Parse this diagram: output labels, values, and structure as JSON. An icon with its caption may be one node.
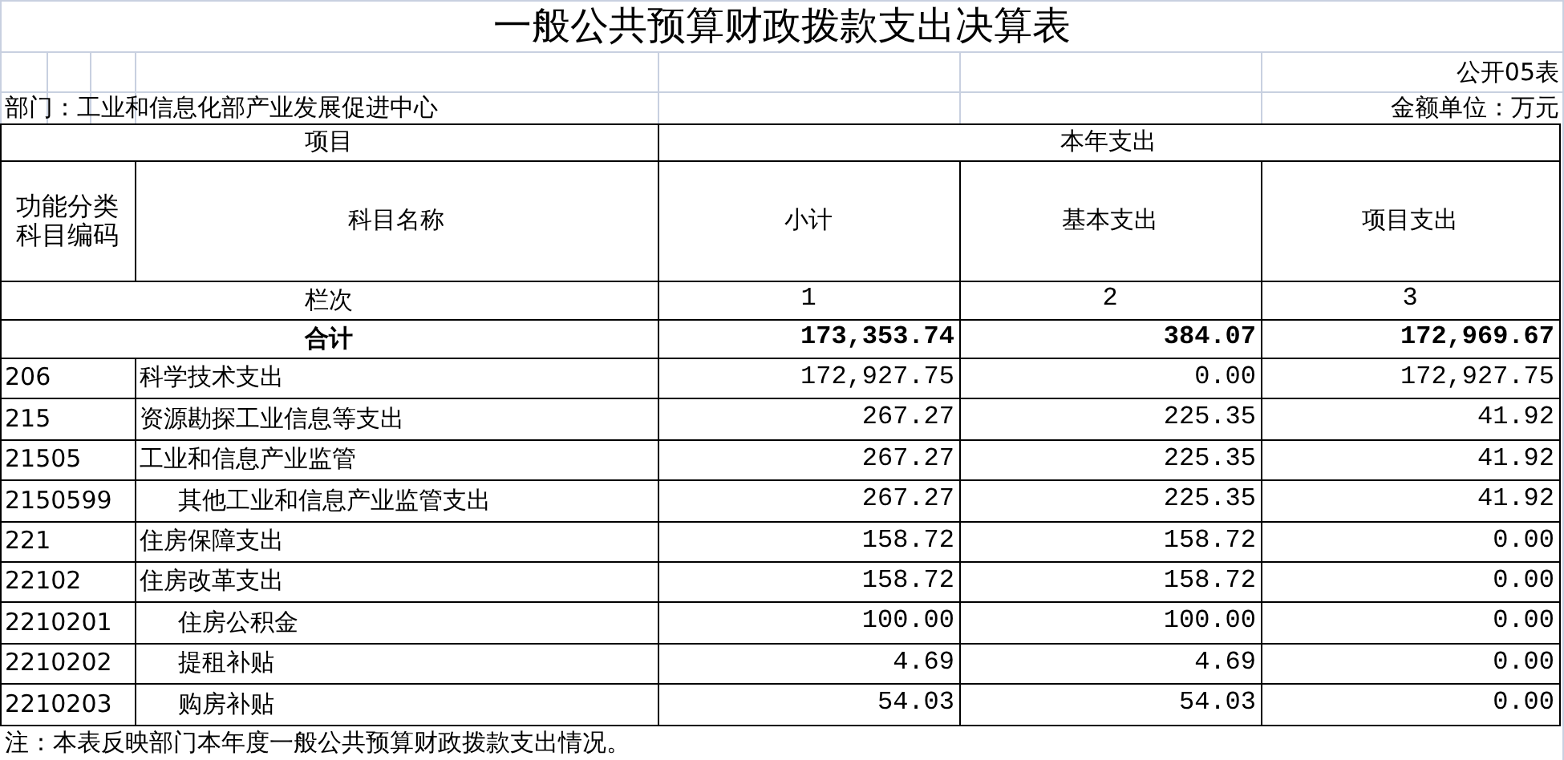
{
  "diagram": {
    "title": "一般公共预算财政拨款支出决算表",
    "labels": [
      "公开05表",
      "部门：工业和信息化部产业发展促进中心",
      "金额单位：万元",
      "项目",
      "本年支出",
      "功能分类科目编码",
      "科目名称",
      "小计",
      "基本支出",
      "项目支出",
      "栏次",
      "1",
      "2",
      "3",
      "合计",
      "173,353.74",
      "384.07",
      "172,969.67",
      "206",
      "科学技术支出",
      "172,927.75",
      "0.00",
      "172,927.75",
      "215",
      "资源勘探工业信息等支出",
      "267.27",
      "225.35",
      "41.92",
      "21505",
      "工业和信息产业监管",
      "267.27",
      "225.35",
      "41.92",
      "2150599",
      "其他工业和信息产业监管支出",
      "267.27",
      "225.35",
      "41.92",
      "221",
      "住房保障支出",
      "158.72",
      "158.72",
      "0.00",
      "22102",
      "住房改革支出",
      "158.72",
      "158.72",
      "0.00",
      "2210201",
      "住房公积金",
      "100.00",
      "100.00",
      "0.00",
      "2210202",
      "提租补贴",
      "4.69",
      "4.69",
      "0.00",
      "2210203",
      "购房补贴",
      "54.03",
      "54.03",
      "0.00",
      "注：本表反映部门本年度一般公共预算财政拨款支出情况。"
    ]
  }
}
